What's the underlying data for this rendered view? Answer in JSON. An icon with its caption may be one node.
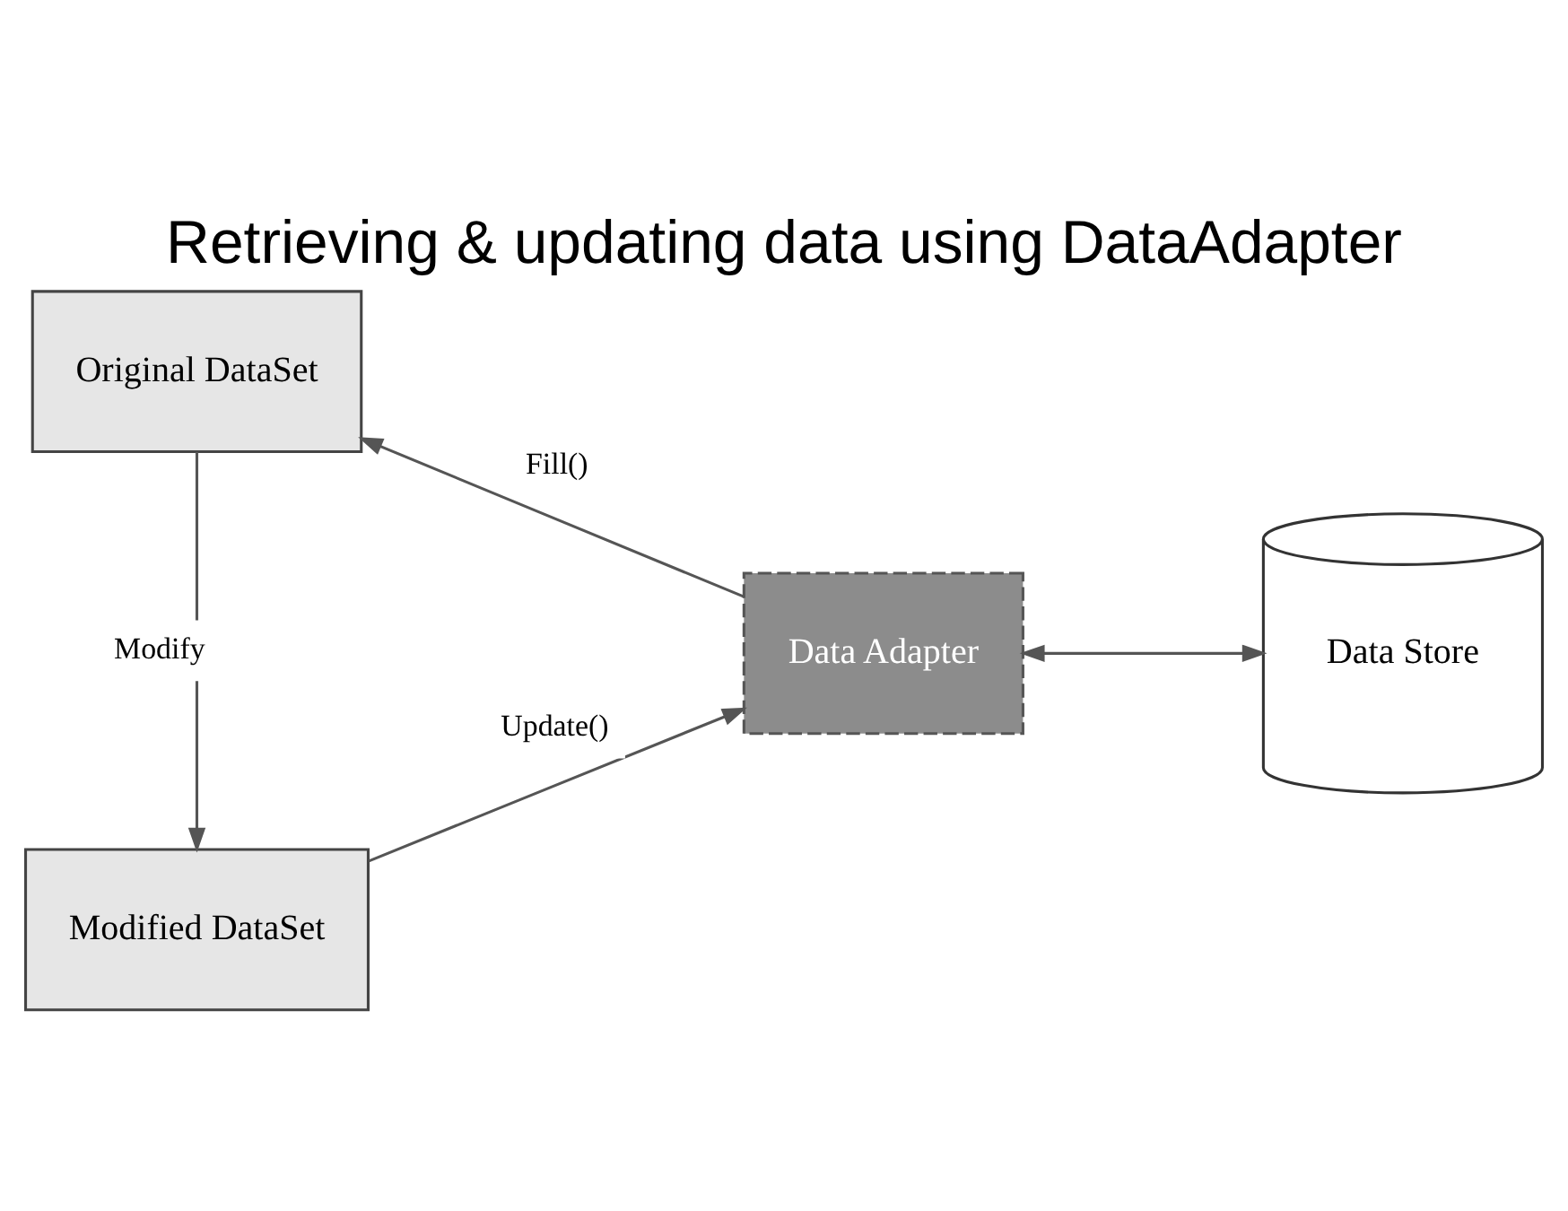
{
  "diagram": {
    "title": "Retrieving & updating data using DataAdapter",
    "nodes": [
      {
        "text": [
          "Original DataSet"
        ]
      },
      {
        "text": [
          "Modified DataSet"
        ]
      },
      {
        "text": [
          "Data Adapter"
        ]
      },
      {
        "text": [
          "Data Store"
        ]
      }
    ],
    "edges": [
      {
        "from": 2,
        "to": 0,
        "arrow": "to",
        "label": "Fill()"
      },
      {
        "from": 0,
        "to": 1,
        "arrow": "to",
        "label": "Modify"
      },
      {
        "from": 1,
        "to": 2,
        "arrow": "to",
        "label": "Update()"
      },
      {
        "from": 2,
        "to": 3,
        "arrow": "both"
      }
    ]
  }
}
